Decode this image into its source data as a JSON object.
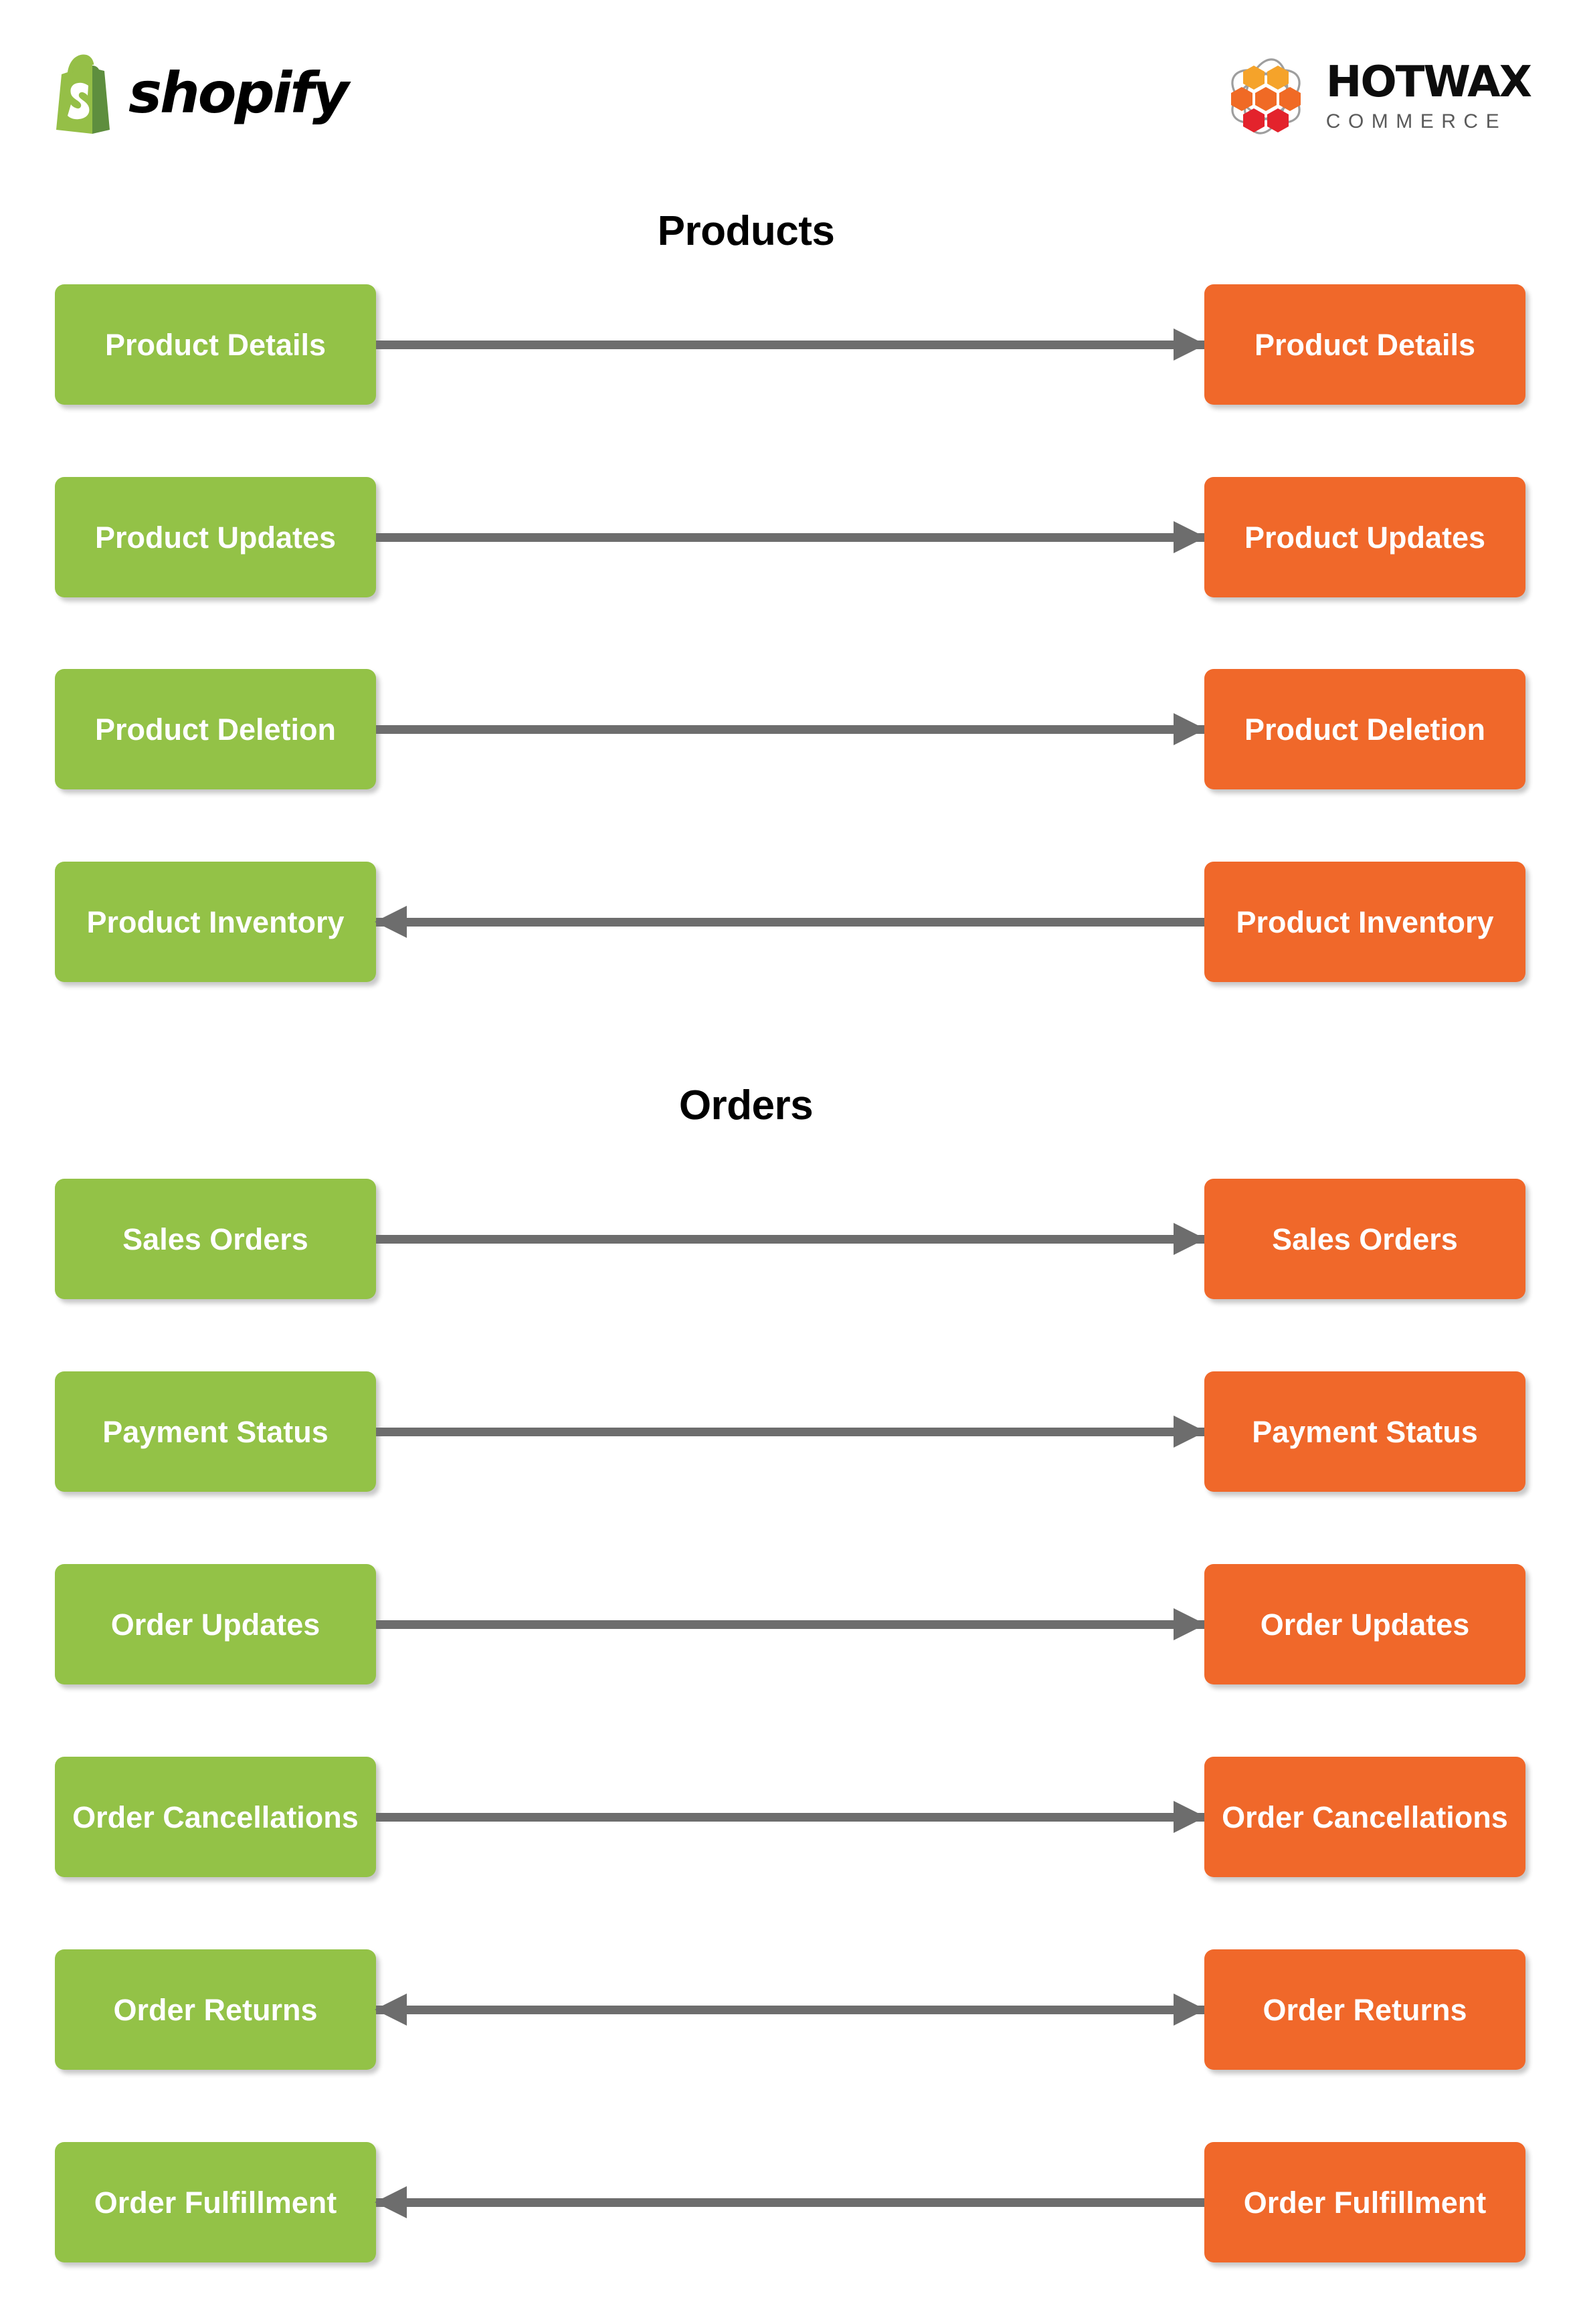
{
  "header": {
    "left_brand": {
      "name": "shopify",
      "logo_icon": "shopify-bag-icon"
    },
    "right_brand": {
      "name": "HOTWAX",
      "tagline": "COMMERCE",
      "logo_icon": "hotwax-hexagon-atom-icon"
    }
  },
  "colors": {
    "shopify_green": "#93C247",
    "hotwax_orange": "#F0682A",
    "arrow_gray": "#6D6D6D",
    "background": "#FFFFFF",
    "title_text": "#000000",
    "node_text": "#FFFFFF"
  },
  "sections": [
    {
      "title": "Products",
      "rows": [
        {
          "left": "Product Details",
          "right": "Product Details",
          "direction": "right"
        },
        {
          "left": "Product Updates",
          "right": "Product Updates",
          "direction": "right"
        },
        {
          "left": "Product Deletion",
          "right": "Product Deletion",
          "direction": "right"
        },
        {
          "left": "Product Inventory",
          "right": "Product Inventory",
          "direction": "left"
        }
      ]
    },
    {
      "title": "Orders",
      "rows": [
        {
          "left": "Sales Orders",
          "right": "Sales Orders",
          "direction": "right"
        },
        {
          "left": "Payment Status",
          "right": "Payment Status",
          "direction": "right"
        },
        {
          "left": "Order Updates",
          "right": "Order Updates",
          "direction": "right"
        },
        {
          "left": "Order Cancellations",
          "right": "Order Cancellations",
          "direction": "right"
        },
        {
          "left": "Order Returns",
          "right": "Order Returns",
          "direction": "both"
        },
        {
          "left": "Order Fulfillment",
          "right": "Order Fulfillment",
          "direction": "left"
        }
      ]
    }
  ]
}
